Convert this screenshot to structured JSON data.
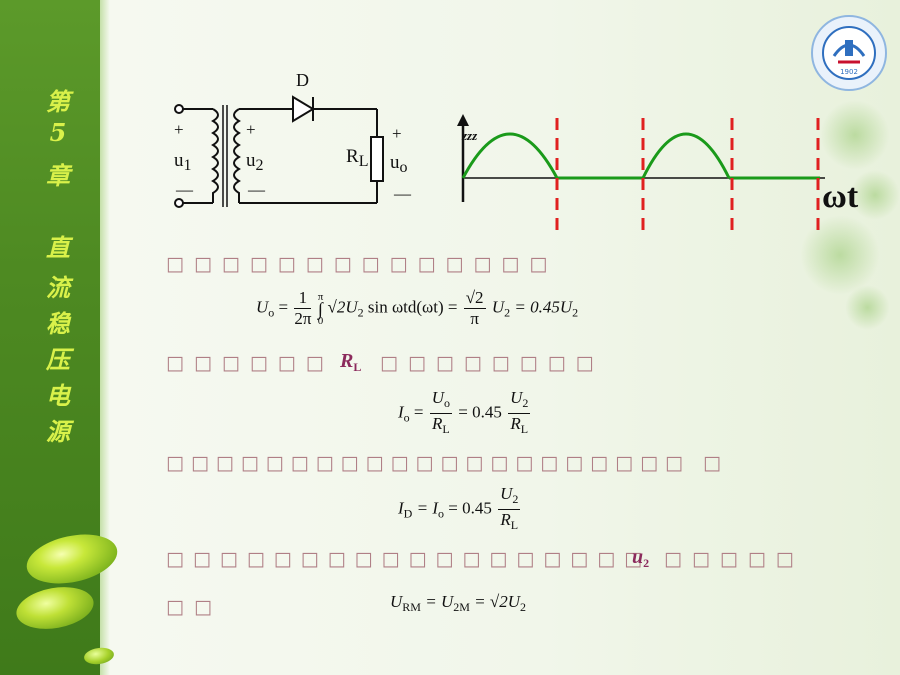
{
  "sidebar": {
    "chapter_chars": [
      "第",
      "5",
      "章"
    ],
    "title_chars": [
      "直",
      "流",
      "稳",
      "压",
      "电",
      "源"
    ]
  },
  "logo": {
    "year": "1902"
  },
  "circuit": {
    "diode_label": "D",
    "plus_left": "+",
    "u1": "u",
    "u1_sub": "1",
    "minus_left": "—",
    "plus_mid": "+",
    "u2": "u",
    "u2_sub": "2",
    "minus_mid": "—",
    "rl": "R",
    "rl_sub": "L",
    "plus_out": "+",
    "uo": "u",
    "uo_sub": "o",
    "minus_out": "—"
  },
  "waveform": {
    "y_label": "zzz",
    "x_label": "ωt",
    "colors": {
      "wave": "#1a9a1a",
      "cut": "#e02020",
      "axis": "#111111"
    }
  },
  "text": {
    "line1": "□□□□□□□□□□□□□□",
    "line2": "□□□□□□",
    "line2_hl": "R",
    "line2_hl_sub": "L",
    "line2_tail": "□□□□□□□□",
    "line3": "□□□□□□□□□□□□□□□□□□□□□ □",
    "line4": "□□□□□□□□□□□□□□□□□□",
    "line4_hl": "u",
    "line4_hl_sub": "2",
    "line4_tail": "□□□□□",
    "line5": "□□"
  },
  "formulas": {
    "f1": {
      "lhs": "U",
      "lhs_sub": "o",
      "eq": "=",
      "frac_n": "1",
      "frac_d": "2π",
      "int_top": "π",
      "int_bot": "0",
      "body": "√2U",
      "body_sub": "2",
      "func": "sin ωtd(ωt) =",
      "frac2_n": "√2",
      "frac2_d": "π",
      "rhs": "U",
      "rhs_sub": "2",
      "rhs2": "= 0.45U",
      "rhs2_sub": "2"
    },
    "f2": {
      "lhs": "I",
      "lhs_sub": "o",
      "eq": "=",
      "n1": "U",
      "n1_sub": "o",
      "d1": "R",
      "d1_sub": "L",
      "coef": "= 0.45",
      "n2": "U",
      "n2_sub": "2",
      "d2": "R",
      "d2_sub": "L"
    },
    "f3": {
      "lhs": "I",
      "lhs_sub": "D",
      "mid": "= I",
      "mid_sub": "o",
      "coef": "= 0.45",
      "n": "U",
      "n_sub": "2",
      "d": "R",
      "d_sub": "L"
    },
    "f4": {
      "lhs": "U",
      "lhs_sub": "RM",
      "mid": "= U",
      "mid_sub": "2M",
      "rhs": "= √2U",
      "rhs_sub": "2"
    }
  }
}
